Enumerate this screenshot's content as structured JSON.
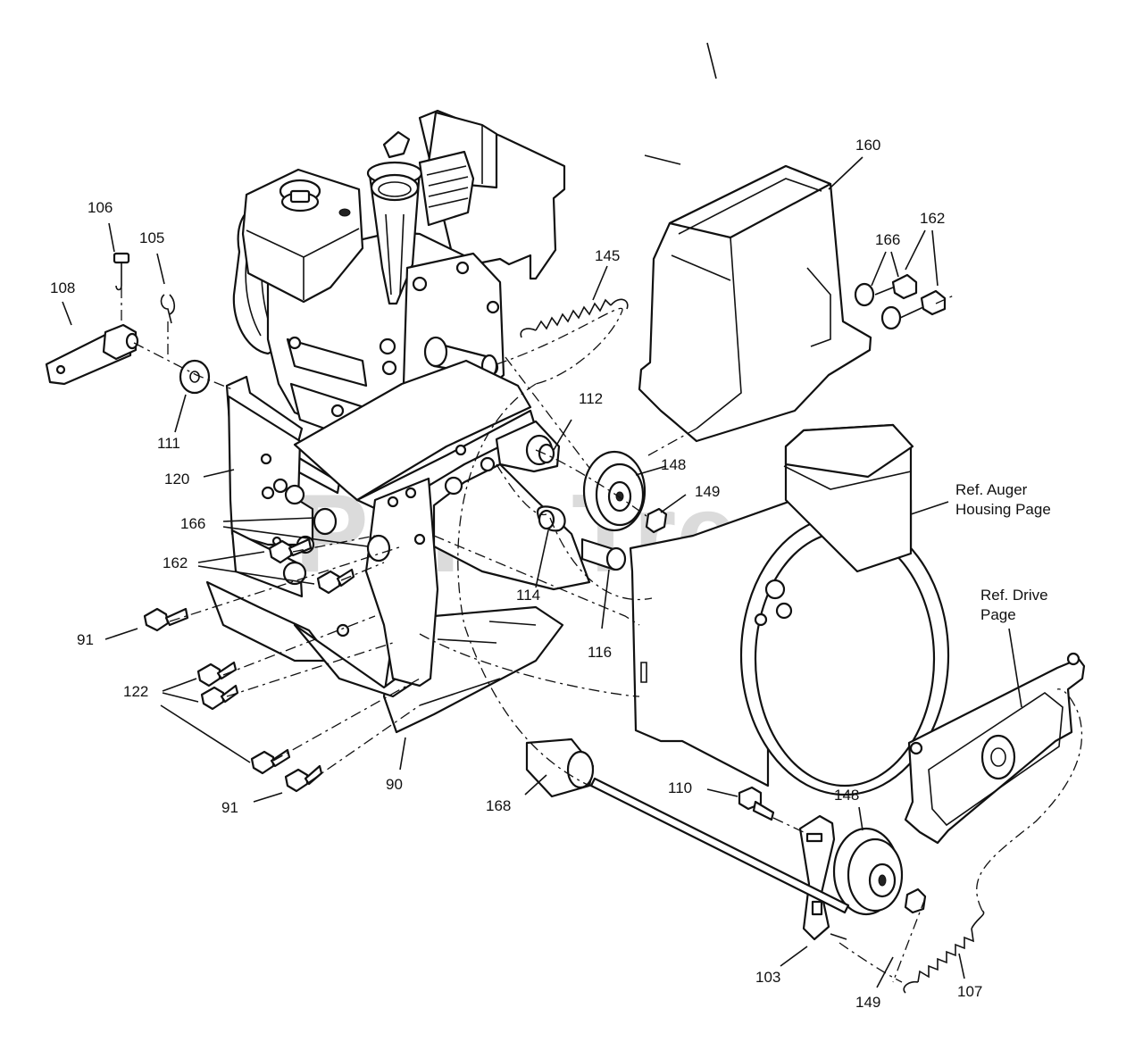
{
  "watermark": {
    "text": "PartsTree",
    "trademark": "TM"
  },
  "callouts": [
    {
      "id": "c-106",
      "text": "106"
    },
    {
      "id": "c-105",
      "text": "105"
    },
    {
      "id": "c-108",
      "text": "108"
    },
    {
      "id": "c-111",
      "text": "111"
    },
    {
      "id": "c-120",
      "text": "120"
    },
    {
      "id": "c-166a",
      "text": "166"
    },
    {
      "id": "c-162a",
      "text": "162"
    },
    {
      "id": "c-91a",
      "text": "91"
    },
    {
      "id": "c-122",
      "text": "122"
    },
    {
      "id": "c-91b",
      "text": "91"
    },
    {
      "id": "c-90",
      "text": "90"
    },
    {
      "id": "c-168",
      "text": "168"
    },
    {
      "id": "c-114",
      "text": "114"
    },
    {
      "id": "c-116",
      "text": "116"
    },
    {
      "id": "c-112",
      "text": "112"
    },
    {
      "id": "c-148a",
      "text": "148"
    },
    {
      "id": "c-149a",
      "text": "149"
    },
    {
      "id": "c-145",
      "text": "145"
    },
    {
      "id": "c-160",
      "text": "160"
    },
    {
      "id": "c-166b",
      "text": "166"
    },
    {
      "id": "c-162b",
      "text": "162"
    },
    {
      "id": "c-110",
      "text": "110"
    },
    {
      "id": "c-148b",
      "text": "148"
    },
    {
      "id": "c-103",
      "text": "103"
    },
    {
      "id": "c-149b",
      "text": "149"
    },
    {
      "id": "c-107",
      "text": "107"
    }
  ],
  "references": [
    {
      "id": "ref-auger",
      "lines": [
        "Ref. Auger",
        "Housing Page"
      ]
    },
    {
      "id": "ref-drive",
      "lines": [
        "Ref. Drive",
        "Page"
      ]
    }
  ]
}
